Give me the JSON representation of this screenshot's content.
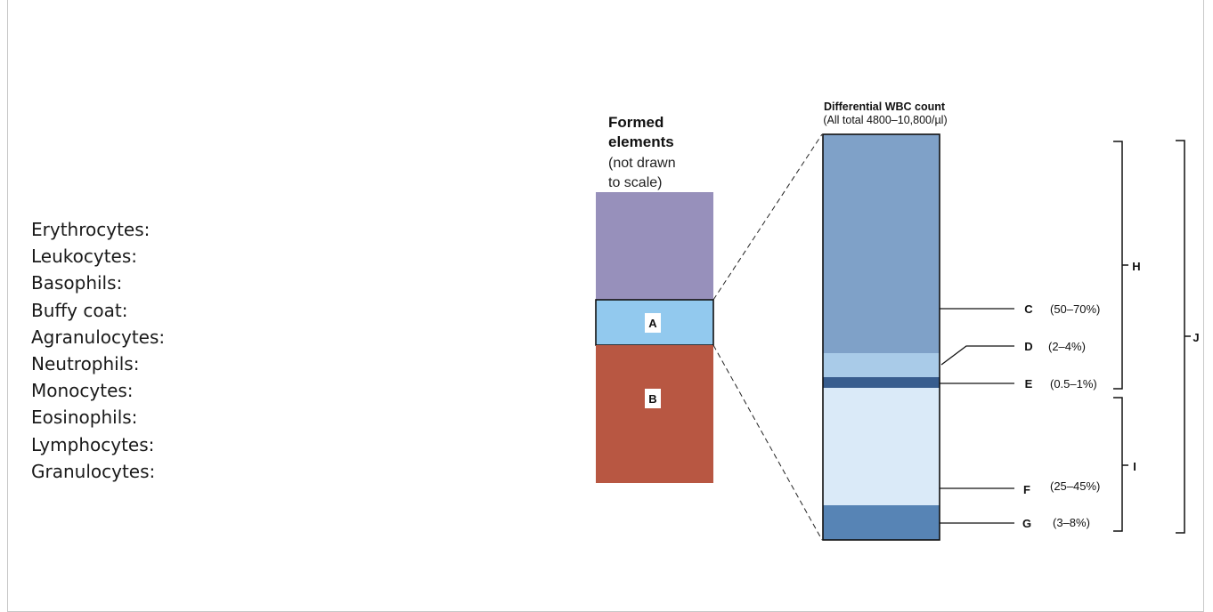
{
  "terms": [
    "Erythrocytes:",
    "Leukocytes:",
    "Basophils:",
    "Buffy coat:",
    "Agranulocytes:",
    "Neutrophils:",
    "Monocytes:",
    "Eosinophils:",
    "Lymphocytes:",
    "Granulocytes:"
  ],
  "formed_elements": {
    "title_line1": "Formed",
    "title_line2": "elements",
    "subtitle_line1": "(not drawn",
    "subtitle_line2": "to scale)",
    "layers": [
      {
        "label": "",
        "color": "#9790bb"
      },
      {
        "label": "A",
        "color": "#92c9ee"
      },
      {
        "label": "B",
        "color": "#b85742"
      }
    ]
  },
  "differential": {
    "title": "Differential WBC count",
    "subtitle": "(All total 4800–10,800/µl)",
    "segments": [
      {
        "label": "C",
        "range": "(50–70%)",
        "color": "#7fa1c8"
      },
      {
        "label": "D",
        "range": "(2–4%)",
        "color": "#a9cbe8"
      },
      {
        "label": "E",
        "range": "(0.5–1%)",
        "color": "#385d8e"
      },
      {
        "label": "F",
        "range": "(25–45%)",
        "color": "#daeaf8"
      },
      {
        "label": "G",
        "range": "(3–8%)",
        "color": "#5784b5"
      }
    ]
  },
  "brackets": {
    "H": "H",
    "I": "I",
    "J": "J"
  }
}
